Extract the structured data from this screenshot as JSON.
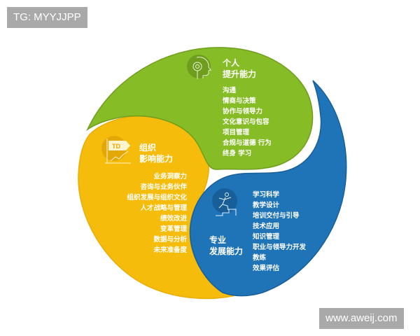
{
  "watermarks": {
    "top_left": "TG: MYYJJPP",
    "bottom_right": "www.aweij.com"
  },
  "colors": {
    "green": "#86bc25",
    "green_dark": "#6f9e1e",
    "blue": "#1f74b8",
    "blue_dark": "#185f99",
    "yellow": "#f6bc0b",
    "yellow_dark": "#e3a807"
  },
  "sections": {
    "personal": {
      "icon": "head-gear-icon",
      "title_line1": "个人",
      "title_line2": "提升能力",
      "items": [
        "沟通",
        "情商与决策",
        "协作与领导力",
        "文化意识与包容",
        "项目管理",
        "合规与道德 行为",
        "终身 学习"
      ]
    },
    "organizational": {
      "icon": "td-flag-chart-icon",
      "icon_text": "TD",
      "title_line1": "组织",
      "title_line2": "影响能力",
      "items": [
        "业务洞察力",
        "咨询与业务伙伴",
        "组织发展与组织文化",
        "人才战略与管理",
        "绩效改进",
        "变革管理",
        "数据与分析",
        "未来准备度"
      ]
    },
    "professional": {
      "icon": "climbing-stairs-icon",
      "title_line1": "专业",
      "title_line2": "发展能力",
      "items": [
        "学习科学",
        "教学设计",
        "培训交付与引导",
        "技术应用",
        "知识管理",
        "职业与领导力开发",
        "教练",
        "效果评估"
      ]
    }
  }
}
